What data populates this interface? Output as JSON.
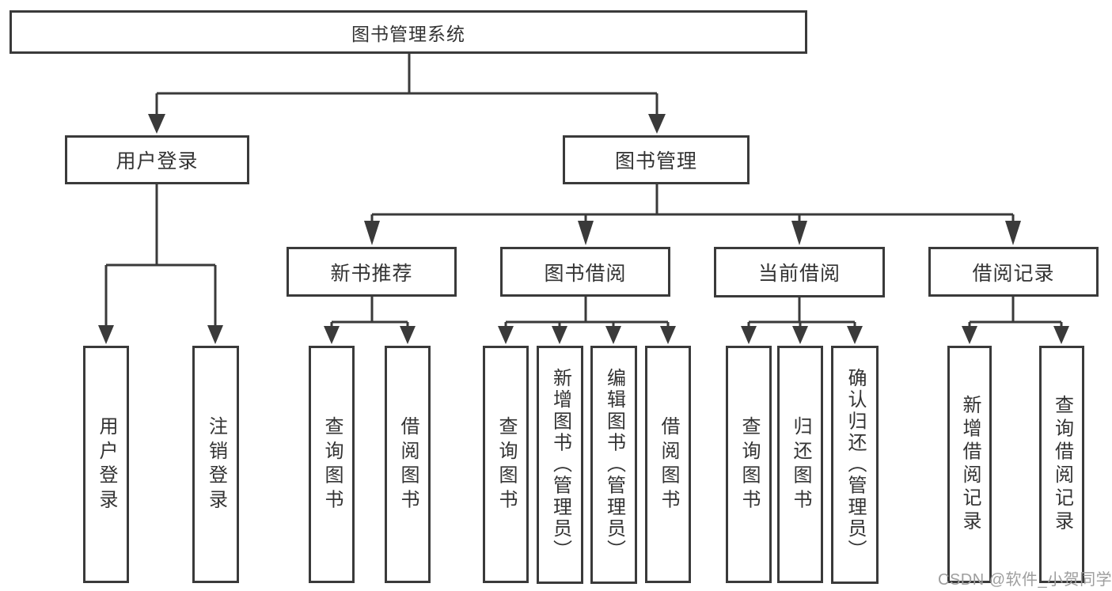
{
  "diagram": {
    "type": "hierarchy-tree",
    "title": "图书管理系统",
    "colors": {
      "line": "#3a3a3a",
      "border": "#3a3a3a",
      "box_fill": "#ffffff",
      "text": "#333333",
      "watermark": "#9e9e9e"
    },
    "nodes": {
      "root": "图书管理系统",
      "userLogin": "用户登录",
      "bookMgmt": "图书管理",
      "newBookRec": "新书推荐",
      "bookBorrow": "图书借阅",
      "currentBorrow": "当前借阅",
      "borrowRecord": "借阅记录"
    },
    "leaves": {
      "userLogin": [
        "用户登录",
        "注销登录"
      ],
      "newBookRec": [
        "查询图书",
        "借阅图书"
      ],
      "bookBorrow": [
        "查询图书",
        "新增图书（管理员）",
        "编辑图书（管理员）",
        "借阅图书"
      ],
      "currentBorrow": [
        "查询图书",
        "归还图书",
        "确认归还（管理员）"
      ],
      "borrowRecord": [
        "新增借阅记录",
        "查询借阅记录"
      ]
    },
    "hierarchy": {
      "图书管理系统": {
        "用户登录": [
          "用户登录",
          "注销登录"
        ],
        "图书管理": {
          "新书推荐": [
            "查询图书",
            "借阅图书"
          ],
          "图书借阅": [
            "查询图书",
            "新增图书（管理员）",
            "编辑图书（管理员）",
            "借阅图书"
          ],
          "当前借阅": [
            "查询图书",
            "归还图书",
            "确认归还（管理员）"
          ],
          "借阅记录": [
            "新增借阅记录",
            "查询借阅记录"
          ]
        }
      }
    },
    "watermark": "CSDN @软件_小贺同学"
  }
}
